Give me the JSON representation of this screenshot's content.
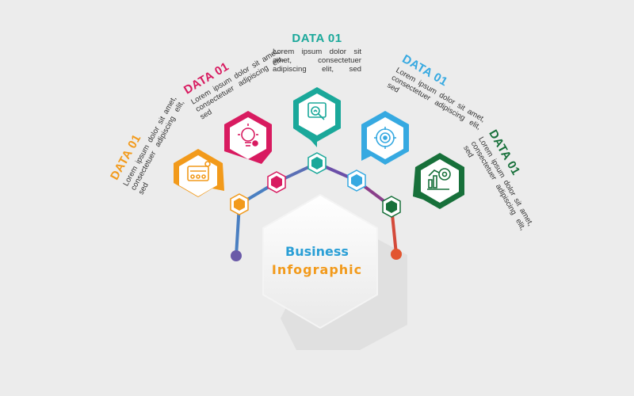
{
  "center": {
    "title": "Business",
    "subtitle": "Infographic"
  },
  "steps": [
    {
      "title": "DATA 01",
      "text": "Lorem ipsum dolor sit amet, consectetuer adipiscing elit, sed",
      "color": "#f29a1b",
      "icon": "production-line-icon"
    },
    {
      "title": "DATA 01",
      "text": "Lorem ipsum dolor sit amet, consectetuer adipiscing elit, sed",
      "color": "#d81b60",
      "icon": "lightbulb-gear-icon"
    },
    {
      "title": "DATA 01",
      "text": "Lorem ipsum dolor sit amet, consectetuer adipiscing elit, sed",
      "color": "#1aa89a",
      "icon": "analysis-magnifier-icon"
    },
    {
      "title": "DATA 01",
      "text": "Lorem ipsum dolor sit amet, consectetuer adipiscing elit, sed",
      "color": "#36a9e1",
      "icon": "target-gear-icon"
    },
    {
      "title": "DATA 01",
      "text": "Lorem ipsum dolor sit amet, consectetuer adipiscing elit, sed",
      "color": "#17703a",
      "icon": "growth-chart-gear-icon"
    }
  ],
  "colors": {
    "background": "#ececec",
    "title_blue": "#2a9fd6",
    "subtitle_orange": "#f29a1b",
    "line_blue": "#4a7fc1",
    "line_purple": "#6b4fa8",
    "line_red": "#d44a3a",
    "end_left": "#6a5aa8",
    "end_right": "#e2552f"
  }
}
